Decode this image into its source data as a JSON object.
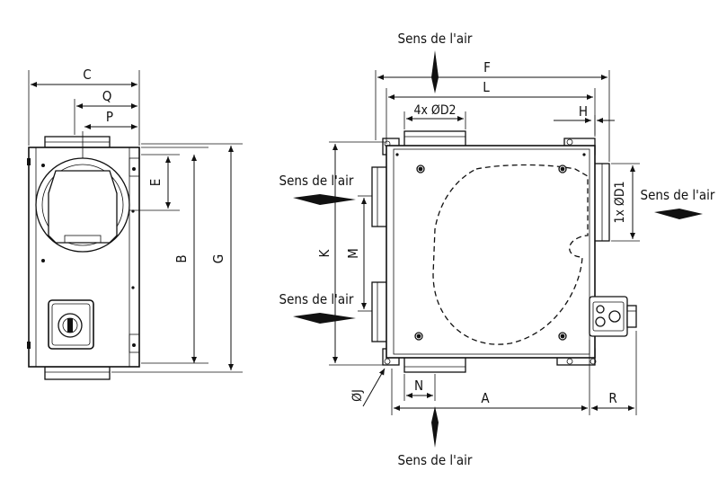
{
  "diagram": {
    "left_view": {
      "dims": {
        "C": "C",
        "Q": "Q",
        "P": "P",
        "E": "E",
        "B": "B",
        "G": "G"
      }
    },
    "right_view": {
      "dims": {
        "F": "F",
        "L": "L",
        "D2": "4x ØD2",
        "H": "H",
        "D1": "1x ØD1",
        "K": "K",
        "M": "M",
        "N": "N",
        "A": "A",
        "R": "R",
        "J": "ØJ"
      },
      "airflow": {
        "top": "Sens de l'air",
        "left_upper": "Sens de l'air",
        "left_lower": "Sens de l'air",
        "right": "Sens de l'air",
        "bottom": "Sens de l'air"
      }
    },
    "colors": {
      "line": "#111111",
      "background": "#ffffff"
    }
  }
}
